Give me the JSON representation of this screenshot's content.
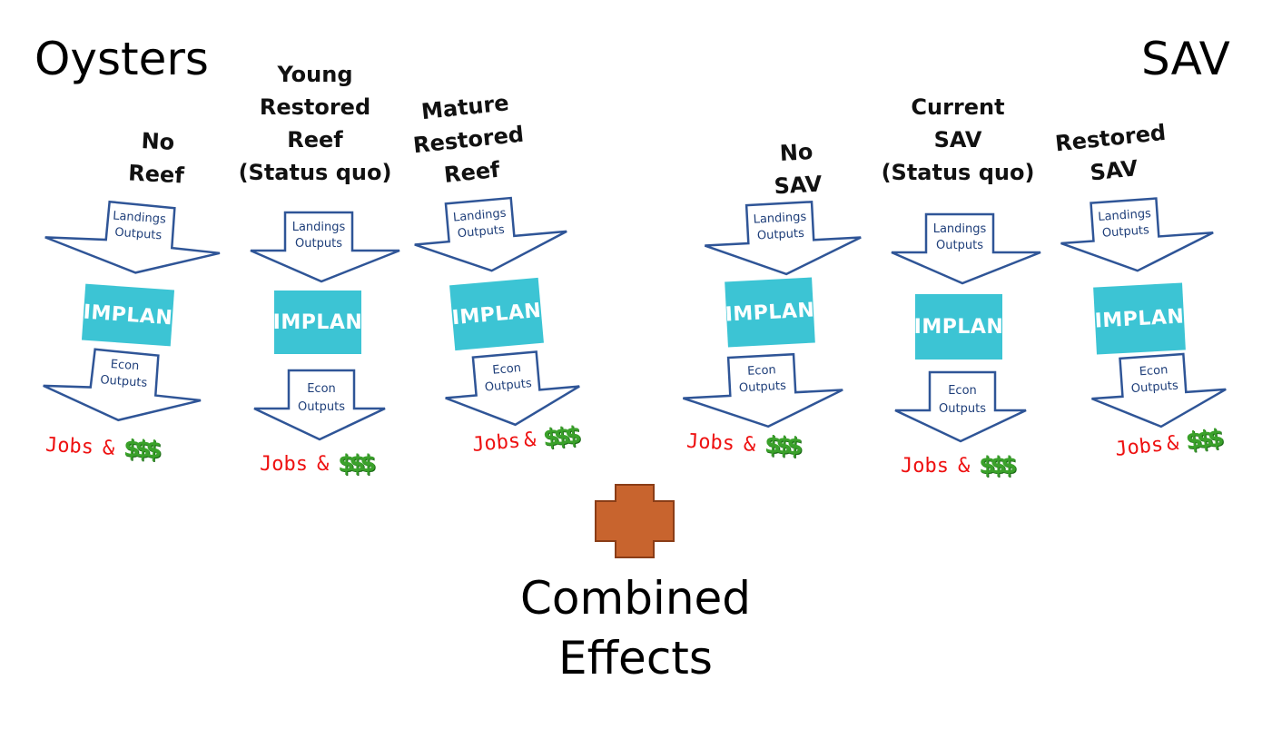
{
  "oysters": {
    "title": "Oysters",
    "scenarios": [
      {
        "title": [
          "No",
          "Reef"
        ],
        "in_label": [
          "Landings",
          "Outputs"
        ],
        "model": "IMPLAN",
        "out_label": [
          "Econ",
          "Outputs"
        ],
        "result": {
          "jobs": "Jobs",
          "amp": "&",
          "money": "$$$"
        }
      },
      {
        "title": [
          "Young",
          "Restored",
          "Reef",
          "(Status quo)"
        ],
        "in_label": [
          "Landings",
          "Outputs"
        ],
        "model": "IMPLAN",
        "out_label": [
          "Econ",
          "Outputs"
        ],
        "result": {
          "jobs": "Jobs",
          "amp": "&",
          "money": "$$$"
        }
      },
      {
        "title": [
          "Mature",
          "Restored",
          "Reef"
        ],
        "in_label": [
          "Landings",
          "Outputs"
        ],
        "model": "IMPLAN",
        "out_label": [
          "Econ",
          "Outputs"
        ],
        "result": {
          "jobs": "Jobs",
          "amp": "&",
          "money": "$$$"
        }
      }
    ]
  },
  "sav": {
    "title": "SAV",
    "scenarios": [
      {
        "title": [
          "No",
          "SAV"
        ],
        "in_label": [
          "Landings",
          "Outputs"
        ],
        "model": "IMPLAN",
        "out_label": [
          "Econ",
          "Outputs"
        ],
        "result": {
          "jobs": "Jobs",
          "amp": "&",
          "money": "$$$"
        }
      },
      {
        "title": [
          "Current",
          "SAV",
          "(Status quo)"
        ],
        "in_label": [
          "Landings",
          "Outputs"
        ],
        "model": "IMPLAN",
        "out_label": [
          "Econ",
          "Outputs"
        ],
        "result": {
          "jobs": "Jobs",
          "amp": "&",
          "money": "$$$"
        }
      },
      {
        "title": [
          "Restored",
          "SAV"
        ],
        "in_label": [
          "Landings",
          "Outputs"
        ],
        "model": "IMPLAN",
        "out_label": [
          "Econ",
          "Outputs"
        ],
        "result": {
          "jobs": "Jobs",
          "amp": "&",
          "money": "$$$"
        }
      }
    ]
  },
  "combined": {
    "line1": "Combined",
    "line2": "Effects"
  },
  "colors": {
    "arrow_stroke": "#2f5597",
    "implan_fill": "#3cc4d4",
    "jobs_text": "#ee1111",
    "money": "#3aa12a",
    "plus_fill": "#c8642e",
    "plus_stroke": "#8a3d17"
  },
  "icons": {
    "plus": "plus-icon",
    "money": "money-stack-icon",
    "arrow": "down-arrow-icon"
  }
}
